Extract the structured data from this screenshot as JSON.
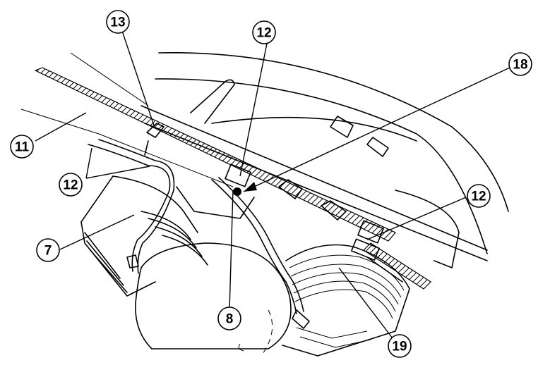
{
  "callouts": [
    {
      "id": "c13",
      "label": "13"
    },
    {
      "id": "c12a",
      "label": "12"
    },
    {
      "id": "c18",
      "label": "18"
    },
    {
      "id": "c11",
      "label": "11"
    },
    {
      "id": "c12b",
      "label": "12"
    },
    {
      "id": "c12c",
      "label": "12"
    },
    {
      "id": "c7",
      "label": "7"
    },
    {
      "id": "c8",
      "label": "8"
    },
    {
      "id": "c19",
      "label": "19"
    }
  ]
}
